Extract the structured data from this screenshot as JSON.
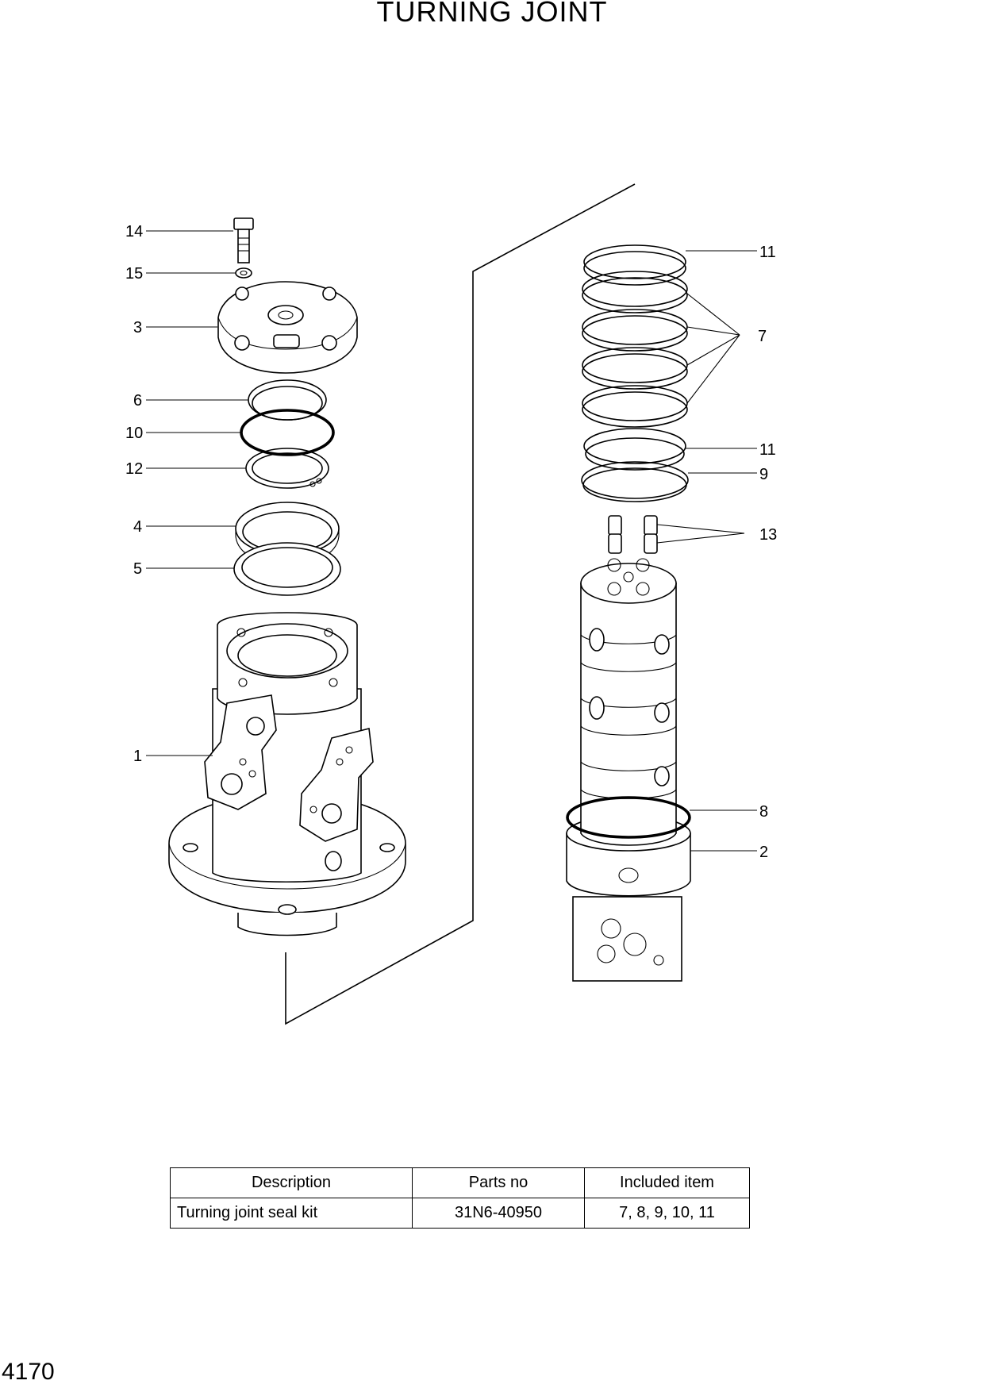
{
  "title": "TURNING JOINT",
  "page_number": "4170",
  "callouts": [
    {
      "id": "c14",
      "label": "14"
    },
    {
      "id": "c15",
      "label": "15"
    },
    {
      "id": "c3",
      "label": "3"
    },
    {
      "id": "c6",
      "label": "6"
    },
    {
      "id": "c10",
      "label": "10"
    },
    {
      "id": "c12",
      "label": "12"
    },
    {
      "id": "c4",
      "label": "4"
    },
    {
      "id": "c5",
      "label": "5"
    },
    {
      "id": "c1",
      "label": "1"
    },
    {
      "id": "c11a",
      "label": "11"
    },
    {
      "id": "c7",
      "label": "7"
    },
    {
      "id": "c11b",
      "label": "11"
    },
    {
      "id": "c9",
      "label": "9"
    },
    {
      "id": "c13",
      "label": "13"
    },
    {
      "id": "c8",
      "label": "8"
    },
    {
      "id": "c2",
      "label": "2"
    }
  ],
  "kit_table": {
    "headers": [
      "Description",
      "Parts no",
      "Included item"
    ],
    "rows": [
      [
        "Turning joint seal kit",
        "31N6-40950",
        "7, 8, 9, 10, 11"
      ]
    ]
  }
}
